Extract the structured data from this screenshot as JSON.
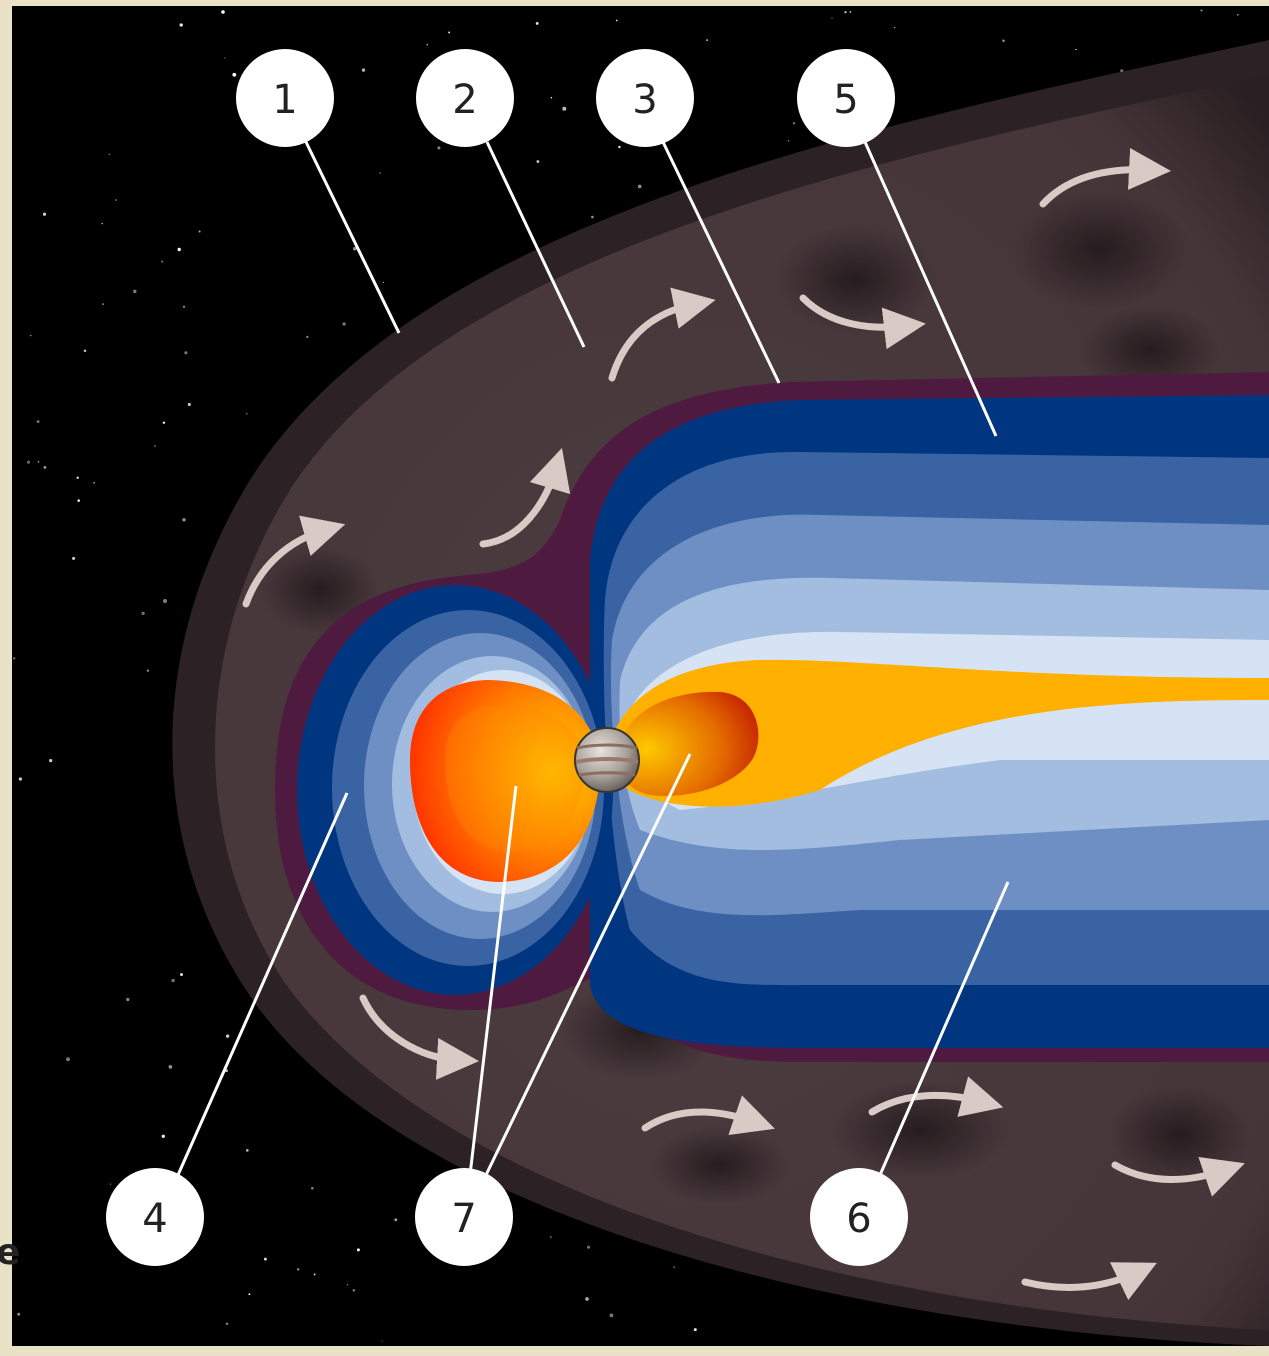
{
  "diagram": {
    "callouts": [
      {
        "id": "1",
        "label": "1"
      },
      {
        "id": "2",
        "label": "2"
      },
      {
        "id": "3",
        "label": "3"
      },
      {
        "id": "5",
        "label": "5"
      },
      {
        "id": "4",
        "label": "4"
      },
      {
        "id": "7",
        "label": "7"
      },
      {
        "id": "6",
        "label": "6"
      }
    ],
    "edge_fragment": "e",
    "colors": {
      "space": "#000000",
      "magnetosheath": "#4a3b3f",
      "magnetopause_layer": "#4f1a3f",
      "field_dark_blue": "#003580",
      "field_mid_blue": "#3a63a4",
      "field_light_blue": "#6d8fc3",
      "field_pale_blue": "#a3bde0",
      "field_lightest_blue": "#d6e3f5",
      "plasma_orange": "#ffb000",
      "radiation_red": "#ff3a00",
      "leader_line": "#ffffff"
    }
  }
}
